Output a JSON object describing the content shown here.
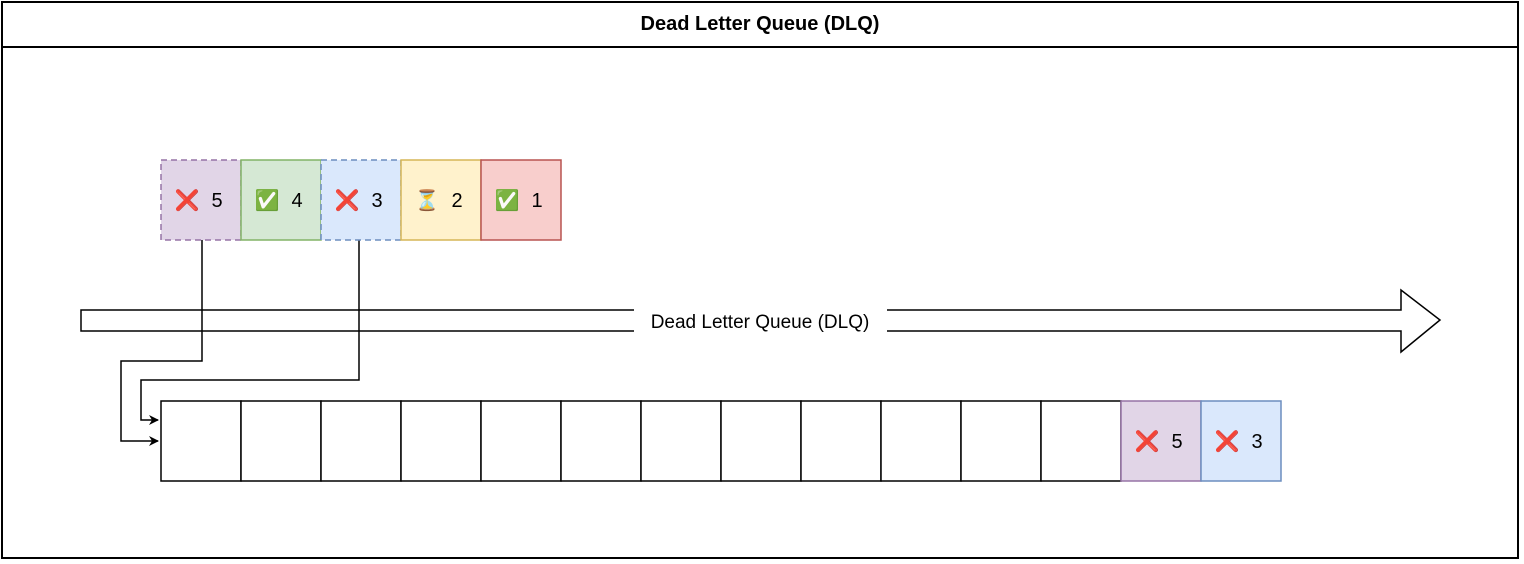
{
  "title": "Dead Letter Queue (DLQ)",
  "arrow_label": "Dead Letter Queue (DLQ)",
  "status_symbols": {
    "failed": "❌",
    "succeeded": "✅",
    "pending": "⏳"
  },
  "queue": [
    {
      "id": "5",
      "status": "failed",
      "fill": "#e1d5e7",
      "stroke": "#9673a6",
      "dashed": true
    },
    {
      "id": "4",
      "status": "succeeded",
      "fill": "#d5e8d4",
      "stroke": "#82b366",
      "dashed": false
    },
    {
      "id": "3",
      "status": "failed",
      "fill": "#dae8fc",
      "stroke": "#6c8ebf",
      "dashed": true
    },
    {
      "id": "2",
      "status": "pending",
      "fill": "#fff2cc",
      "stroke": "#d6b656",
      "dashed": false
    },
    {
      "id": "1",
      "status": "succeeded",
      "fill": "#f8cecc",
      "stroke": "#b85450",
      "dashed": false
    }
  ],
  "dlq": {
    "empty_slots": 12,
    "items": [
      {
        "id": "5",
        "status": "failed",
        "fill": "#e1d5e7",
        "stroke": "#9673a6"
      },
      {
        "id": "3",
        "status": "failed",
        "fill": "#dae8fc",
        "stroke": "#6c8ebf"
      }
    ]
  }
}
